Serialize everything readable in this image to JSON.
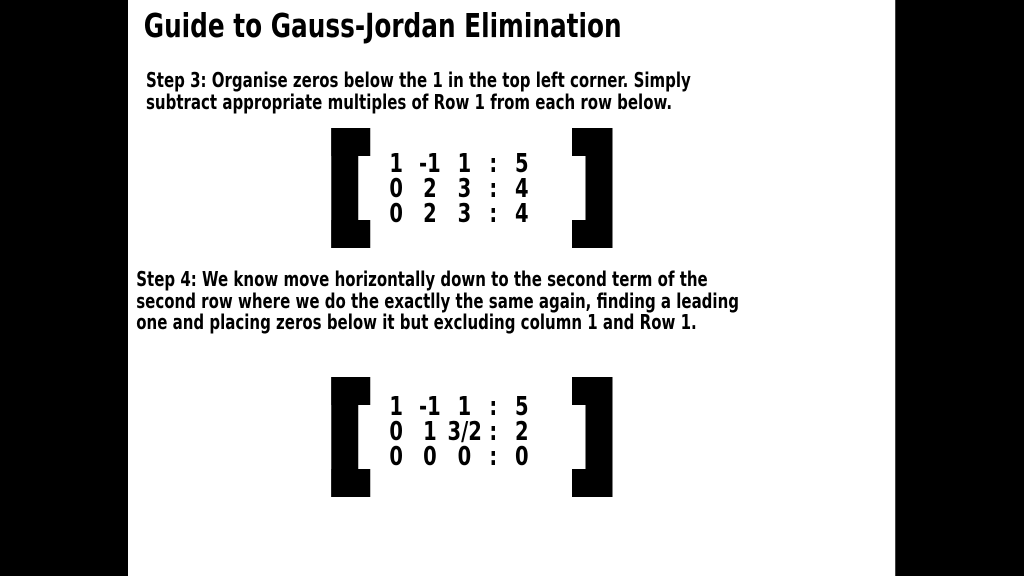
{
  "page": {
    "background_color": "#ffffff",
    "letterbox_color": "#000000",
    "text_color": "#000000"
  },
  "title": "Guide to Gauss-Jordan Elimination",
  "step3": {
    "lines": [
      "Step 3: Organise zeros below the 1 in the top left corner. Simply",
      "subtract appropriate multiples of Row 1 from each row below."
    ]
  },
  "step4": {
    "lines": [
      "Step 4: We know move horizontally down to the second term of the",
      "second row where we do the exactlly the same again, finding a leading",
      "one and placing zeros below it but excluding column 1 and Row 1."
    ]
  },
  "matrix1": {
    "rows": [
      [
        "1",
        "-1",
        "1",
        ":",
        "5"
      ],
      [
        "0",
        "2",
        "3",
        ":",
        "4"
      ],
      [
        "0",
        "2",
        "3",
        ":",
        "4"
      ]
    ]
  },
  "matrix2": {
    "rows": [
      [
        "1",
        "-1",
        "1",
        ":",
        "5"
      ],
      [
        "0",
        "1",
        "3/2",
        ":",
        "2"
      ],
      [
        "0",
        "0",
        "0",
        ":",
        "0"
      ]
    ]
  }
}
